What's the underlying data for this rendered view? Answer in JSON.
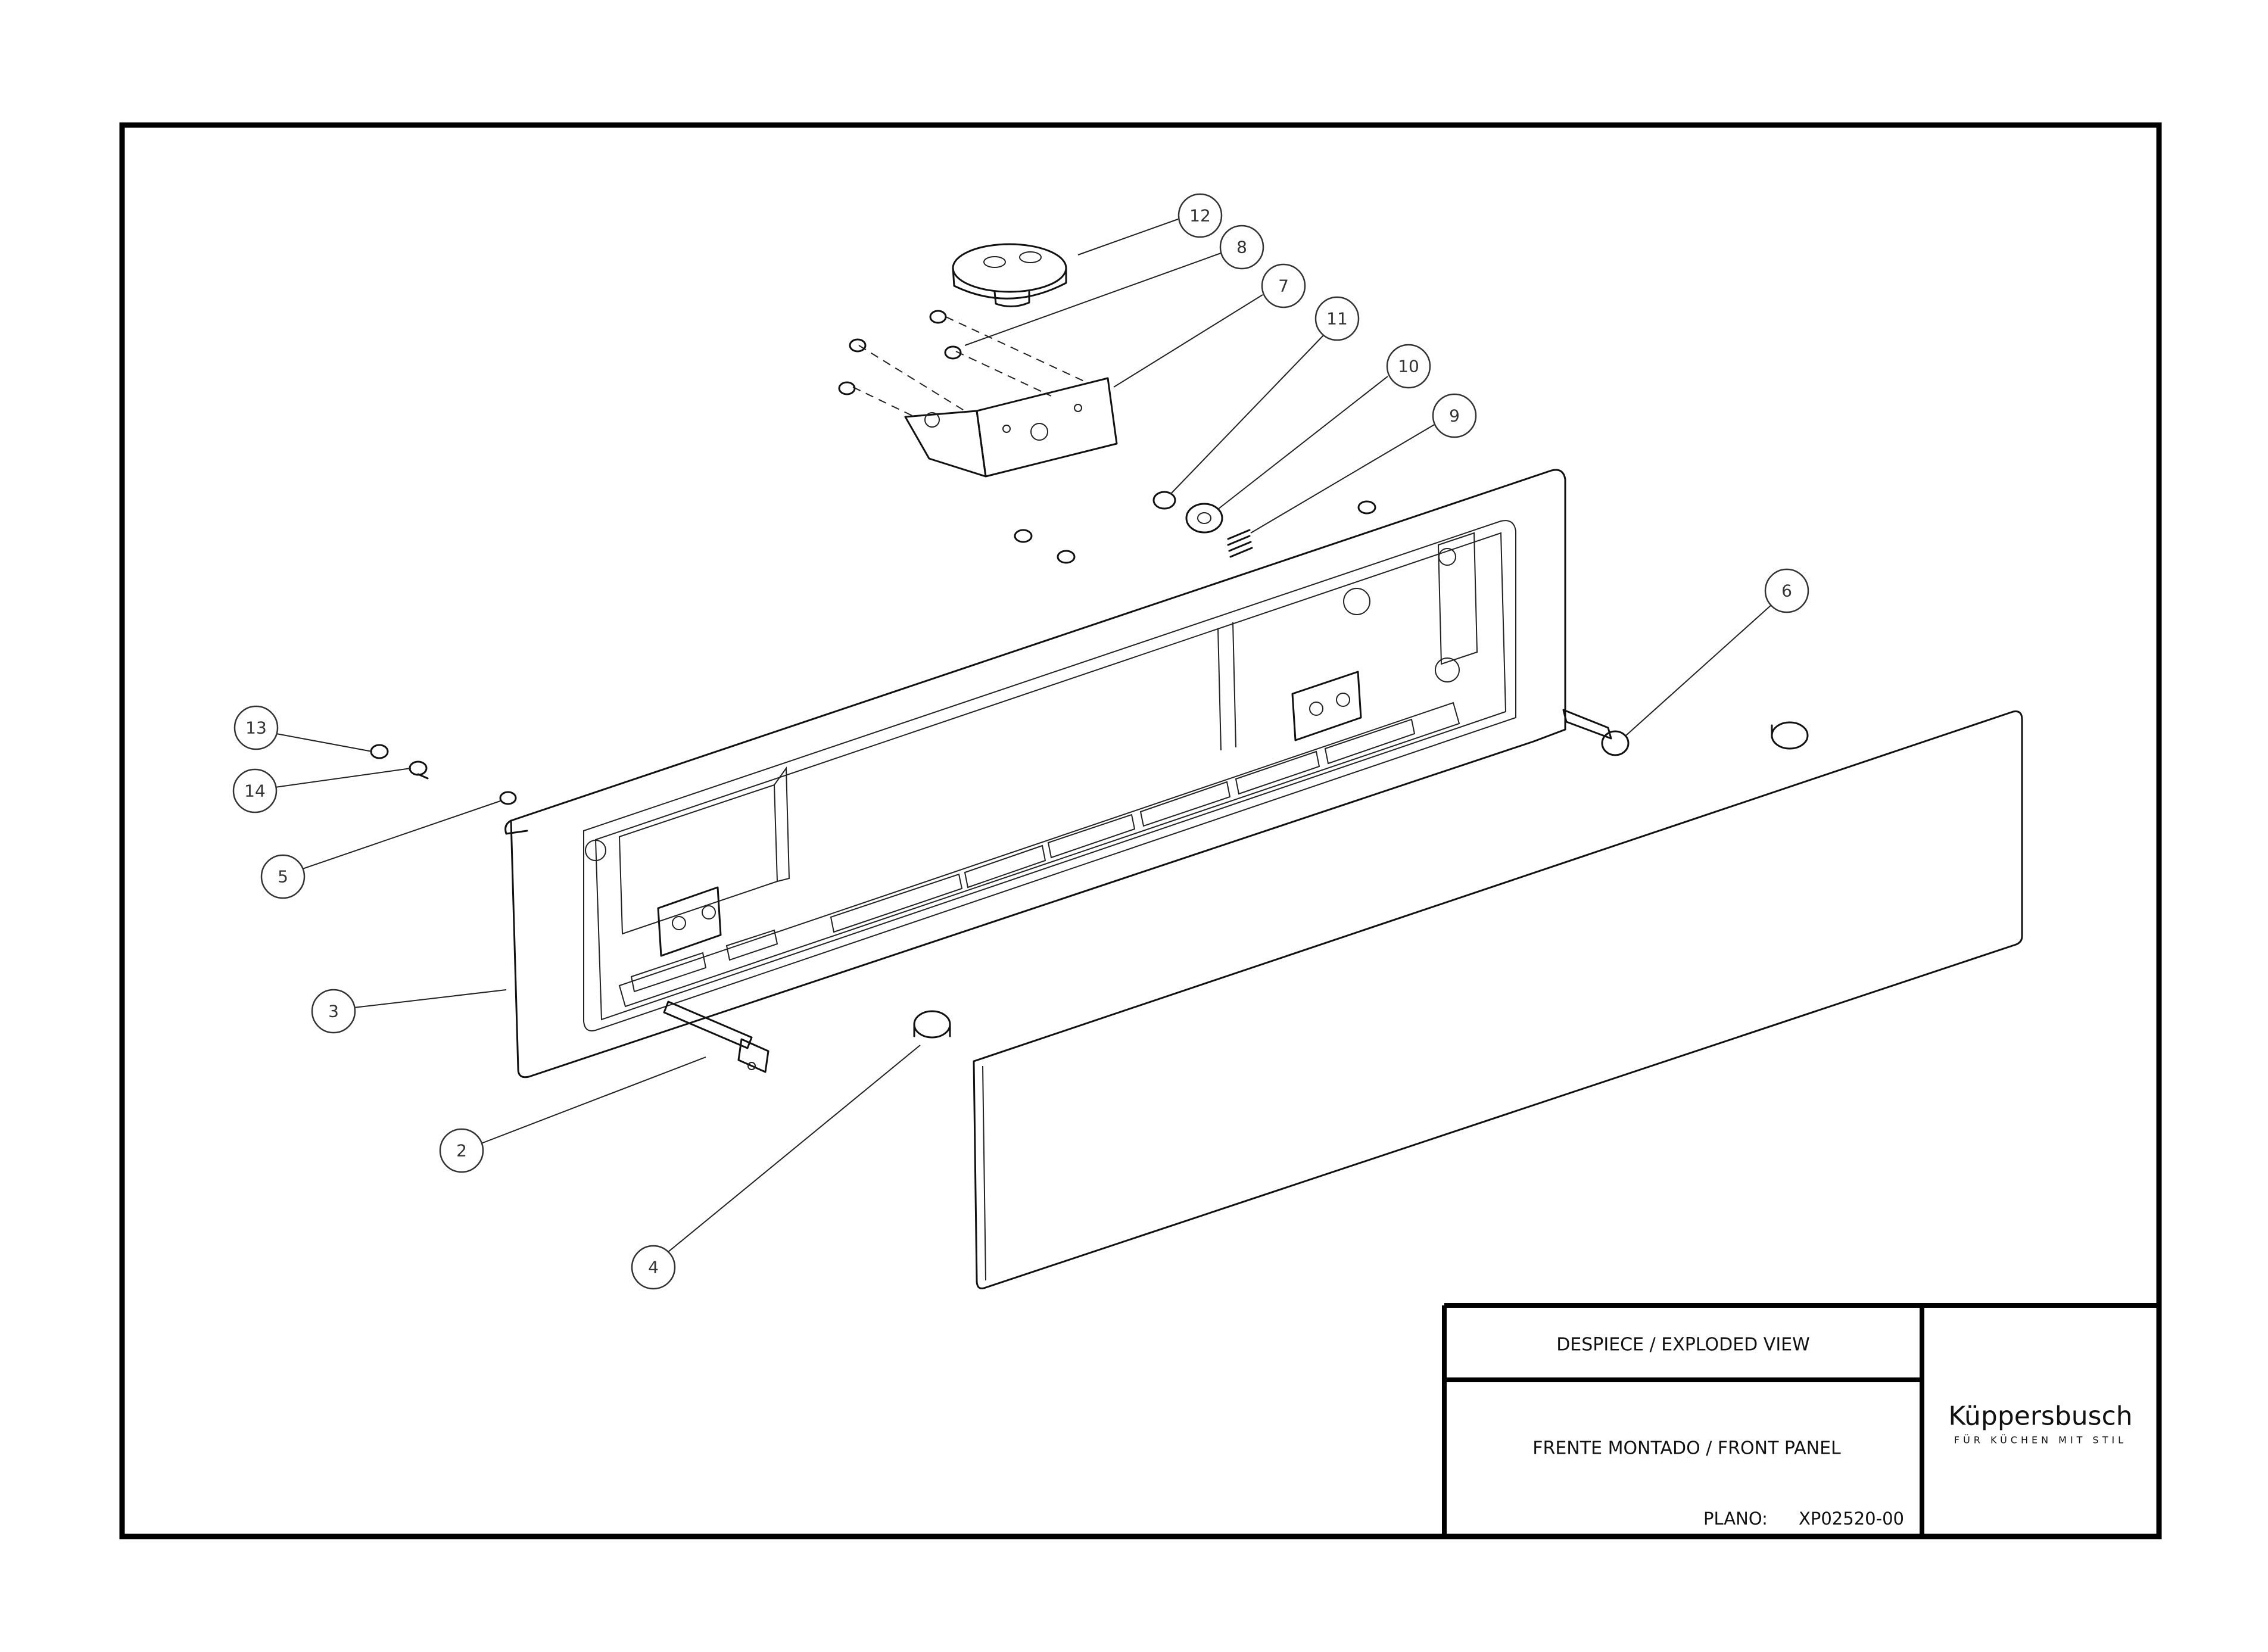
{
  "title_block": {
    "view_title": "DESPIECE / EXPLODED VIEW",
    "assembly_name": "FRENTE MONTADO / FRONT PANEL",
    "drawing_label": "PLANO:",
    "drawing_number": "XP02520-00",
    "brand_name": "Küppersbusch",
    "brand_tagline": "FÜR KÜCHEN MIT STIL"
  },
  "callouts": [
    {
      "id": "12",
      "label": "12"
    },
    {
      "id": "8",
      "label": "8"
    },
    {
      "id": "7",
      "label": "7"
    },
    {
      "id": "11",
      "label": "11"
    },
    {
      "id": "10",
      "label": "10"
    },
    {
      "id": "9",
      "label": "9"
    },
    {
      "id": "6",
      "label": "6"
    },
    {
      "id": "13",
      "label": "13"
    },
    {
      "id": "14",
      "label": "14"
    },
    {
      "id": "5",
      "label": "5"
    },
    {
      "id": "3",
      "label": "3"
    },
    {
      "id": "2",
      "label": "2"
    },
    {
      "id": "4",
      "label": "4"
    }
  ]
}
